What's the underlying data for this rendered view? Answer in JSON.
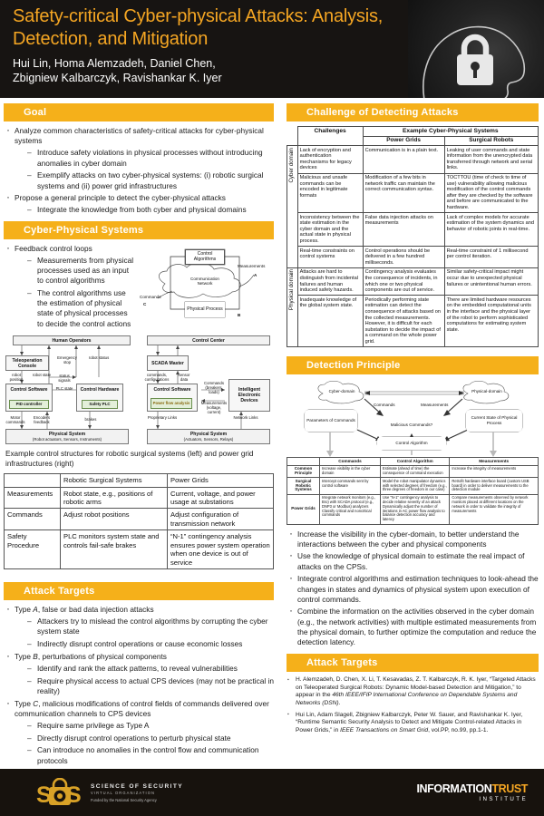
{
  "header": {
    "title_line1": "Safety-critical Cyber-physical Attacks: Analysis,",
    "title_line2": "Detection, and Mitigation",
    "authors_line1": "Hui Lin, Homa Alemzadeh, Daniel Chen,",
    "authors_line2": "Zbigniew Kalbarczyk, Ravishankar K. Iyer",
    "accent_color": "#f5a623",
    "bar_color": "#f5b01a",
    "bg_color": "#171412",
    "photo_icon": "lock-in-head-silhouette"
  },
  "goal": {
    "section_title": "Goal",
    "bullets": [
      {
        "text": "Analyze common characteristics of safety-critical attacks for cyber-physical systems",
        "sub": [
          "Introduce safety violations in physical processes without introducing anomalies in cyber domain",
          "Exemplify attacks on two cyber-physical systems: (i) robotic surgical systems and (ii) power grid infrastructures"
        ]
      },
      {
        "text": "Propose a general principle to detect the cyber-physical attacks",
        "sub": [
          "Integrate the knowledge from both cyber and physical domains"
        ]
      }
    ]
  },
  "cps": {
    "section_title": "Cyber-Physical Systems",
    "bullets": [
      {
        "text": "Feedback control loops",
        "sub": [
          "Measurements from physical processes used as an input to control algorithms",
          "The control algorithms use the estimation of physical state of physical processes to decide the control actions"
        ]
      }
    ],
    "loop_diagram": {
      "control_algorithm": "Control Algorithms",
      "communication_network": "Communication Network",
      "physical_process": "Physical Process",
      "measurements": "Measurements",
      "commands": "Commands",
      "marker_a": "A",
      "marker_b": "B",
      "marker_c": "C"
    },
    "left_diagram": {
      "title": "Human Operators",
      "teleop": "Teleoperation Console",
      "ctrl_sw": "Control Software",
      "ctrl_hw": "Control Hardware",
      "pid": "PID controller",
      "safety_plc": "Safety PLC",
      "physical": "Physical System",
      "physical_sub": "(Robot actuators, Sensors, Instruments)",
      "l_robot_position": "robot position",
      "l_robot_state": "robot state",
      "l_status_signals": "status signals",
      "l_plc_state": "PLC state",
      "l_emergency_stop": "Emergency stop",
      "l_robot_status": "robot status",
      "l_motor_commands": "Motor commands",
      "l_encoders": "Encoders feedback",
      "l_brakes": "brakes"
    },
    "right_diagram": {
      "title": "Control Center",
      "scada": "SCADA Master",
      "ctrl_sw": "Control Software",
      "pfa": "Power flow analysis",
      "ied": "Intelligent Electronic Devices",
      "physical": "Physical System",
      "physical_sub": "(Actuators, Sensors, Relays)",
      "l_commands_conf": "commands, configurations",
      "l_sensor_data": "sensor data",
      "l_commands": "Commands (breakers, loads)",
      "l_measurements": "Measurements (voltage, current)",
      "l_proprietary": "Proprietary Links",
      "l_network": "Network Links"
    },
    "caption": "Example control structures for robotic surgical systems (left) and power grid infrastructures (right)",
    "table": {
      "headers": [
        "",
        "Robotic Surgical Systems",
        "Power Grids"
      ],
      "rows": [
        [
          "Measurements",
          "Robot state, e.g., positions of robotic arms",
          "Current, voltage, and power usage at substations"
        ],
        [
          "Commands",
          "Adjust robot positions",
          "Adjust configuration of transmission network"
        ],
        [
          "Safety Procedure",
          "PLC monitors system state and controls fail-safe brakes",
          "“N-1” contingency analysis ensures power system operation when one device is out of service"
        ]
      ]
    }
  },
  "attack_targets": {
    "section_title": "Attack Targets",
    "bullets": [
      {
        "text": "Type A, false or bad data injection attacks",
        "sub": [
          "Attackers try to mislead the control algorithms by corrupting the cyber system state",
          "Indirectly disrupt control operations or cause economic losses"
        ]
      },
      {
        "text": "Type B, perturbations of physical components",
        "sub": [
          "Identify and rank the attack patterns, to reveal vulnerabilities",
          "Require physical access to actual CPS devices (may not be practical in reality)"
        ]
      },
      {
        "text": "Type C, malicious modifications of control fields of commands delivered over communication channels to CPS devices",
        "sub": [
          "Require same privilege as Type A",
          "Directly disrupt control operations to perturb physical state",
          "Can introduce no anomalies in the control flow and communication protocols"
        ]
      }
    ]
  },
  "challenge": {
    "section_title": "Challenge of Detecting Attacks",
    "col_challenges": "Challenges",
    "col_example": "Example Cyber-Physical Systems",
    "col_power_grids": "Power Grids",
    "col_surgical_robots": "Surgical Robots",
    "domain_cyber": "Cyber domain",
    "domain_physical": "Physical domain",
    "cyber_rows": [
      [
        "Lack of encryption and authentication mechanisms for legacy devices",
        "Communication is in a plain text.",
        "Leaking of user commands and state information from the unencrypted data transferred through network and serial links."
      ],
      [
        "Malicious and unsafe commands can be encoded in legitimate formats",
        "Modification of a few bits in network traffic can maintain the correct communication syntax.",
        "TOCTTOU (time of check to time of use) vulnerability allowing malicious modification of the control commands after they are checked by the software and before are communicated to the hardware."
      ],
      [
        "Inconsistency between the state estimation in the cyber domain and the actual state in physical process.",
        "False data injection attacks on measurements",
        "Lack of complex models for accurate estimation of the system dynamics and behavior of robotic joints in real-time."
      ],
      [
        "Real-time constraints on control systems",
        "Control operations should be delivered in a few hundred milliseconds.",
        "Real-time constraint of 1 millisecond per control iteration."
      ]
    ],
    "physical_rows": [
      [
        "Attacks are hard to distinguish from incidental failures and human induced safety hazards.",
        "Contingency analysis evaluates the consequence of incidents, in which one or two physical components are out of service.",
        "Similar safety-critical impact might occur due to unexpected physical failures or unintentional human errors."
      ],
      [
        "Inadequate knowledge of the global system state.",
        "Periodically performing state estimation can detect the consequence of attacks based on the collected measurements. However, it is difficult for each substation to decide the impact of a command on the whole power grid.",
        "There are limited hardware resources on the embedded computational units in the interface and the physical layer of the robot to perform sophisticated computations for estimating system state."
      ]
    ]
  },
  "detection": {
    "section_title": "Detection Principle",
    "diagram": {
      "cyber_domain": "Cyber-domain",
      "physical_domain": "Physical-domain",
      "commands": "Commands",
      "measurements": "Measurements",
      "params": "Parameters of Commands",
      "current_state": "Current State of Physical Process",
      "malicious": "Malicious Commands?",
      "control_algorithm": "Control Algorithm"
    },
    "table": {
      "headers": [
        "",
        "Commands",
        "Control Algorithm",
        "Measurements"
      ],
      "rows": [
        {
          "label": "Common Principle",
          "cells": [
            "Increase visibility in the cyber domain",
            "Estimate (ahead of time) the consequence of command execution",
            "Increase the integrity of measurements"
          ]
        },
        {
          "label": "Surgical Robotic Systems",
          "cells": [
            "Intercept commands sent by control software",
            "Model the robot manipulator dynamics with selected degrees of freedom (e.g., three degrees of freedom in our case)",
            "Retrofit hardware interface board (custom USB board) in order to deliver measurements to the detection module"
          ]
        },
        {
          "label": "Power Grids",
          "cells": [
            "Integrate network monitors (e.g., Bro) with SCADA protocol (e.g., DNP3 or Modbus) analyzers\nClassify critical and noncritical commands",
            "Use “N-1” contingency analysis to decide relative severity of an attack\nDynamically adjust the number of iterations in AC power flow analysis to balance detection accuracy and latency",
            "Compare measurements observed by network monitors placed at different locations on the network in order to validate the integrity of measurements"
          ]
        }
      ]
    },
    "bullets": [
      "Increase the visibility in the cyber-domain, to better understand the interactions between the cyber and physical components",
      "Use the knowledge of physical domain to estimate the real impact of attacks on the CPSs.",
      "Integrate control algorithms and estimation techniques to look-ahead the changes in states and dynamics of physical system upon execution of control commands.",
      "Combine the information on the activities observed in the cyber domain (e.g., the network activities) with multiple estimated measurements from the physical domain, to further optimize the computation and reduce the detection latency."
    ]
  },
  "references": {
    "section_title": "Attack Targets",
    "items": [
      {
        "plain1": "H. Alemzadeh, D. Chen, X. Li, T. Kesavadas, Z. T. Kalbarczyk, R. K. Iyer, “Targeted Attacks on Teleoperated Surgical Robots: Dynamic Model-based Detection and Mitigation,” to appear in the ",
        "italic": "46th IEEE/IFIP International Conference on Dependable Systems and Networks (DSN)",
        "plain2": "."
      },
      {
        "plain1": "Hui Lin, Adam Slagell, Zbigniew Kalbarczyk, Peter W. Sauer, and Ravishankar K. Iyer, “Runtime Semantic Security Analysis to Detect and Mitigate Control-related Attacks in Power Grids,” in ",
        "italic": "IEEE Transactions on Smart Grid",
        "plain2": ", vol.PP, no.99, pp.1-1."
      }
    ]
  },
  "footer": {
    "sos_logo": "sos-padlock-logo",
    "sos_line1": "SCIENCE OF SECURITY",
    "sos_line2": "VIRTUAL ORGANIZATION",
    "sos_line3": "Funded by the National Security Agency",
    "iti_line1_a": "INFORMATION",
    "iti_line1_b": "TRUST",
    "iti_line2": "INSTITUTE"
  }
}
